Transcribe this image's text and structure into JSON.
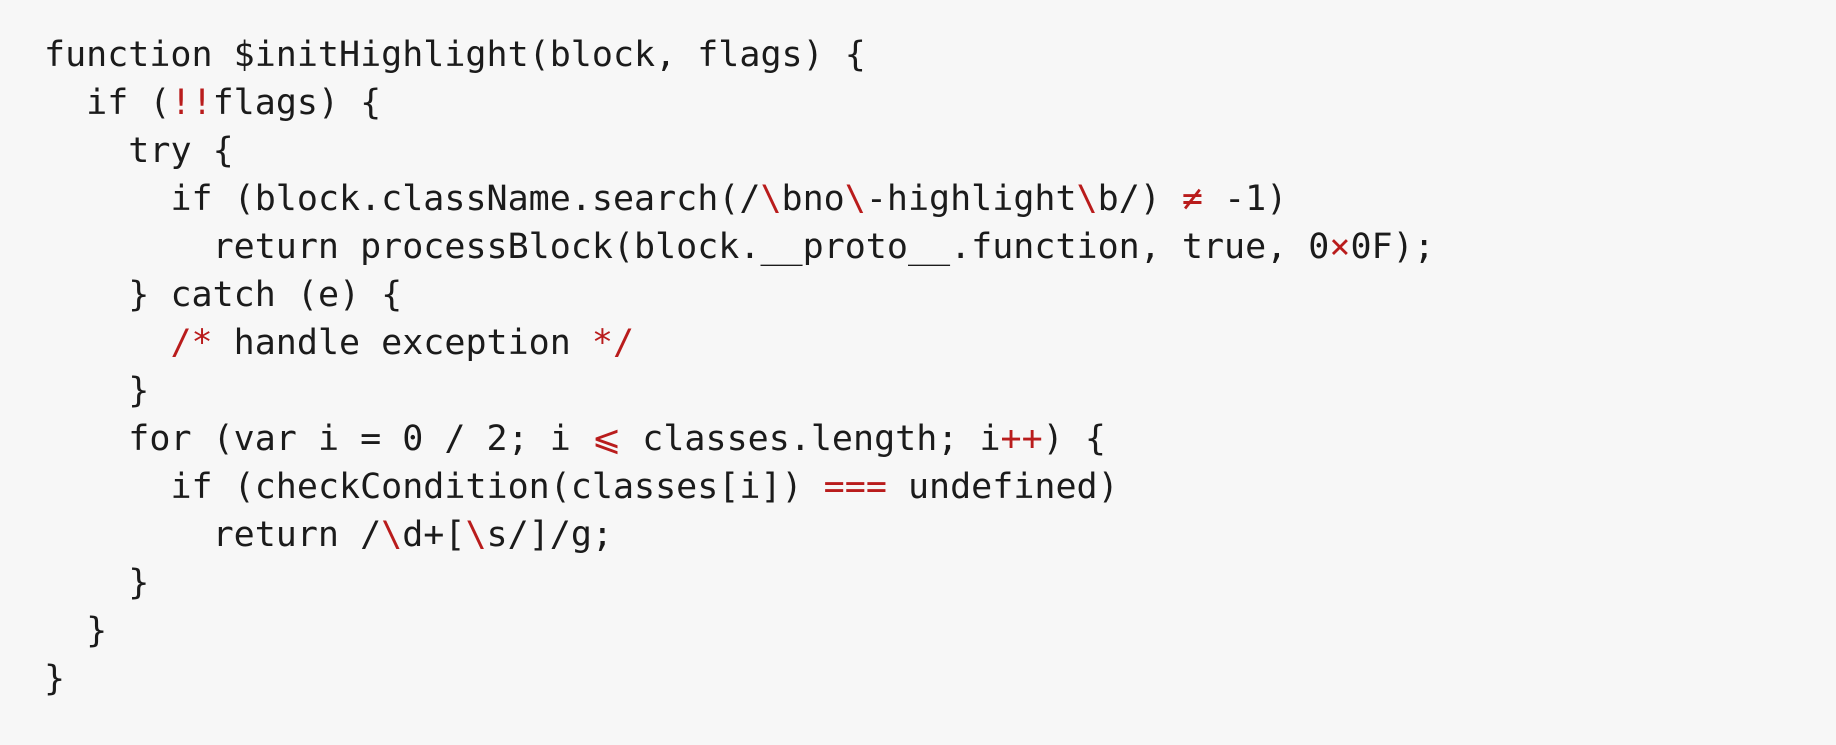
{
  "accent_color": "#b91c1c",
  "text_color": "#1b1b1b",
  "background_color": "#f7f7f7",
  "code": {
    "lines": [
      {
        "indent": 0,
        "tokens": [
          {
            "text": "function $initHighlight(block, flags) {"
          }
        ]
      },
      {
        "indent": 1,
        "tokens": [
          {
            "text": "if ("
          },
          {
            "text": "!!",
            "accent": true
          },
          {
            "text": "flags) {"
          }
        ]
      },
      {
        "indent": 2,
        "tokens": [
          {
            "text": "try {"
          }
        ]
      },
      {
        "indent": 3,
        "tokens": [
          {
            "text": "if (block.className.search(/"
          },
          {
            "text": "\\",
            "accent": true
          },
          {
            "text": "bno"
          },
          {
            "text": "\\",
            "accent": true
          },
          {
            "text": "-highlight"
          },
          {
            "text": "\\",
            "accent": true
          },
          {
            "text": "b/) "
          },
          {
            "text": "≠",
            "accent": true
          },
          {
            "text": " -1)"
          }
        ]
      },
      {
        "indent": 4,
        "tokens": [
          {
            "text": "return processBlock(block.__proto__.function, true, 0"
          },
          {
            "text": "×",
            "accent": true
          },
          {
            "text": "0F);"
          }
        ]
      },
      {
        "indent": 2,
        "tokens": [
          {
            "text": "} catch (e) {"
          }
        ]
      },
      {
        "indent": 3,
        "tokens": [
          {
            "text": "/*",
            "accent": true
          },
          {
            "text": " handle exception "
          },
          {
            "text": "*/",
            "accent": true
          }
        ]
      },
      {
        "indent": 2,
        "tokens": [
          {
            "text": "}"
          }
        ]
      },
      {
        "indent": 2,
        "tokens": [
          {
            "text": "for (var i = 0 / 2; i "
          },
          {
            "text": "⩽",
            "accent": true
          },
          {
            "text": " classes.length; i"
          },
          {
            "text": "++",
            "accent": true
          },
          {
            "text": ") {"
          }
        ]
      },
      {
        "indent": 3,
        "tokens": [
          {
            "text": "if (checkCondition(classes[i]) "
          },
          {
            "text": "===",
            "accent": true
          },
          {
            "text": " undefined)"
          }
        ]
      },
      {
        "indent": 4,
        "tokens": [
          {
            "text": "return /"
          },
          {
            "text": "\\",
            "accent": true
          },
          {
            "text": "d+["
          },
          {
            "text": "\\",
            "accent": true
          },
          {
            "text": "s/]/g;"
          }
        ]
      },
      {
        "indent": 2,
        "tokens": [
          {
            "text": "}"
          }
        ]
      },
      {
        "indent": 1,
        "tokens": [
          {
            "text": "}"
          }
        ]
      },
      {
        "indent": 0,
        "tokens": [
          {
            "text": "}"
          }
        ]
      }
    ]
  }
}
